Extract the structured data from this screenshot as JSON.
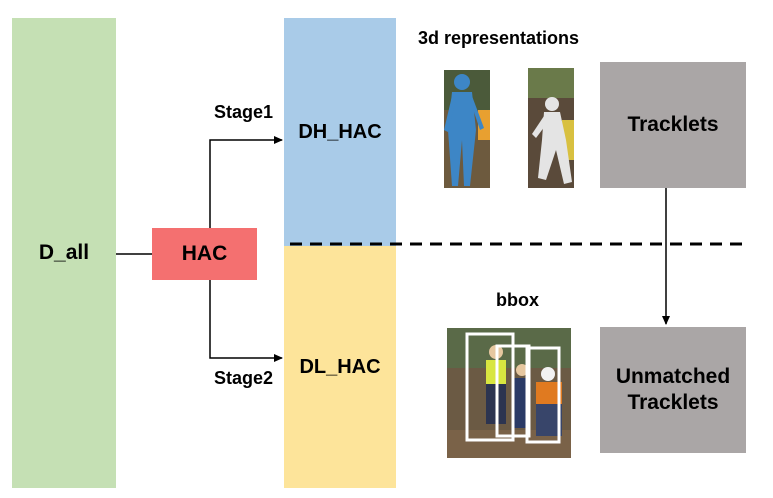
{
  "nodes": {
    "d_all": "D_all",
    "hac": "HAC",
    "dh_hac": "DH_HAC",
    "dl_hac": "DL_HAC",
    "tracklets": "Tracklets",
    "unmatched_tracklets": "Unmatched Tracklets"
  },
  "edges": {
    "stage1": "Stage1",
    "stage2": "Stage2"
  },
  "captions": {
    "representations_3d": "3d representations",
    "bbox": "bbox"
  },
  "colors": {
    "d_all": "#c5e0b4",
    "hac": "#f47070",
    "dh_hac": "#a9cbe8",
    "dl_hac": "#fde49a",
    "tracklets": "#aaa6a6"
  }
}
